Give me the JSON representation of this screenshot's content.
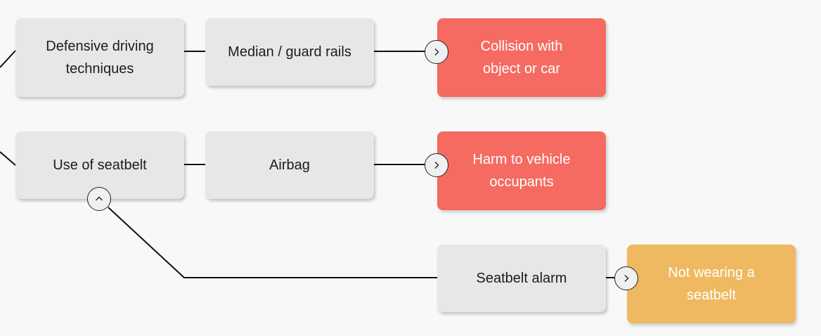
{
  "nodes": {
    "defensive_driving": "Defensive driving techniques",
    "median_guard_rails": "Median / guard rails",
    "collision": "Collision with object or car",
    "use_of_seatbelt": "Use of seatbelt",
    "airbag": "Airbag",
    "harm_occupants": "Harm to vehicle occupants",
    "seatbelt_alarm": "Seatbelt alarm",
    "not_wearing_seatbelt": "Not wearing a seatbelt"
  },
  "colors": {
    "background": "#f8f8f8",
    "control_box": "#e7e7e7",
    "threat_box": "#f56b61",
    "warning_box": "#efb961",
    "connector": "#111111"
  },
  "icons": {
    "expand_collision": "chevron-right-icon",
    "expand_harm": "chevron-right-icon",
    "expand_not_wearing": "chevron-right-icon",
    "collapse_seatbelt": "chevron-up-icon"
  }
}
